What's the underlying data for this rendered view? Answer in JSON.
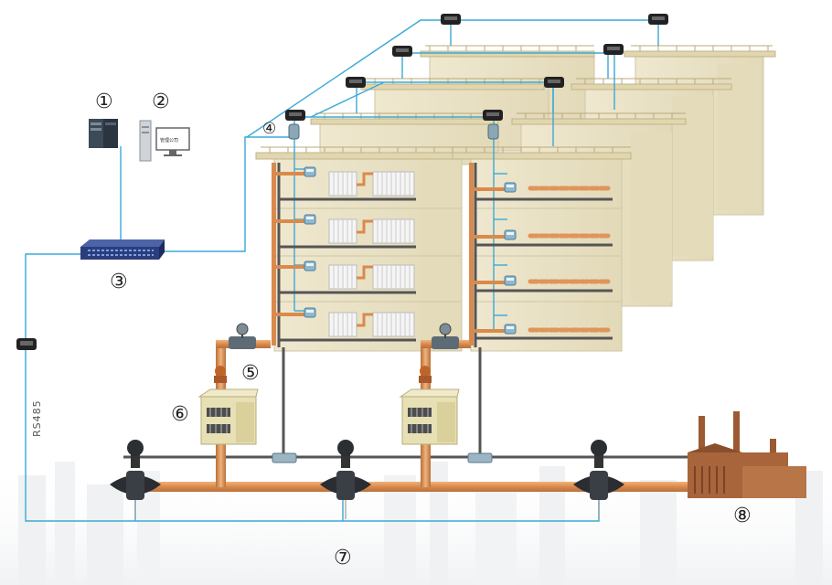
{
  "labels": {
    "n1": "①",
    "n2": "②",
    "n3": "③",
    "n4": "④",
    "n5": "⑤",
    "n6": "⑥",
    "n7": "⑦",
    "n8": "⑧",
    "rs485": "RS485",
    "monitor_text": "管理公司"
  },
  "colors": {
    "signal_line": "#3aa9d6",
    "hot_pipe": "#d99257",
    "return_pipe": "#555555",
    "building": "#eae2c6",
    "switch": "#2a3d7c"
  }
}
